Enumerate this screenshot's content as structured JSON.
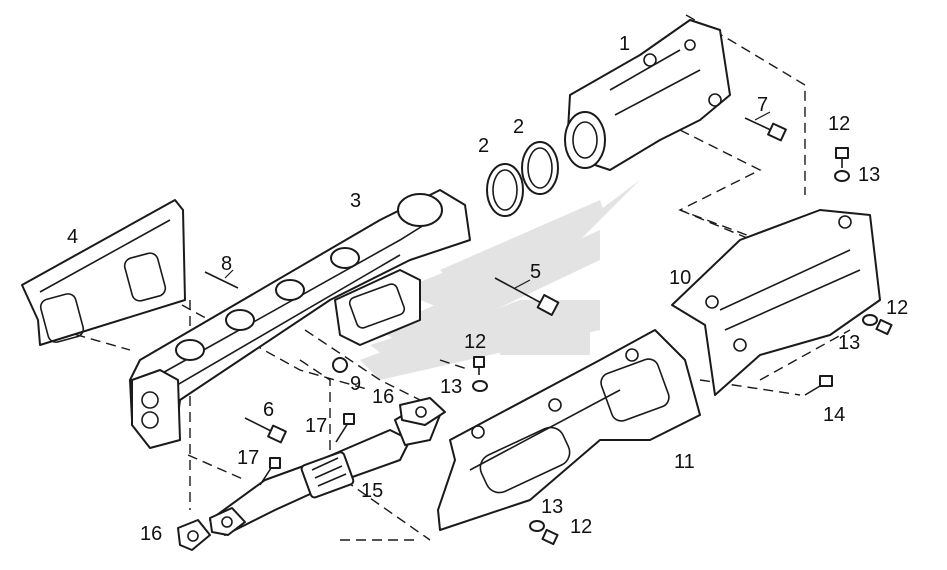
{
  "callouts": {
    "c1": "1",
    "c2a": "2",
    "c2b": "2",
    "c3": "3",
    "c4": "4",
    "c5": "5",
    "c6": "6",
    "c7": "7",
    "c8": "8",
    "c9": "9",
    "c10": "10",
    "c11": "11",
    "c12a": "12",
    "c12b": "12",
    "c12c": "12",
    "c12d": "12",
    "c13a": "13",
    "c13b": "13",
    "c13c": "13",
    "c13d": "13",
    "c14": "14",
    "c15": "15",
    "c16a": "16",
    "c16b": "16",
    "c17a": "17",
    "c17b": "17"
  },
  "watermark_color": "#e3e3e3",
  "line_color": "#1a1a1a"
}
